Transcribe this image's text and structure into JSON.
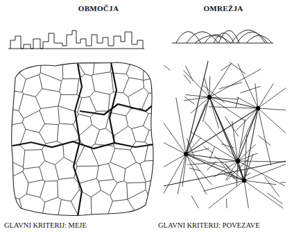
{
  "diagram": {
    "labels": [
      "OBMOČJA",
      "OMREŽJA",
      "GLAVNI KRITERIJ: MEJE",
      "GLAVNI KRITERIJ: POVEZAVE"
    ]
  }
}
